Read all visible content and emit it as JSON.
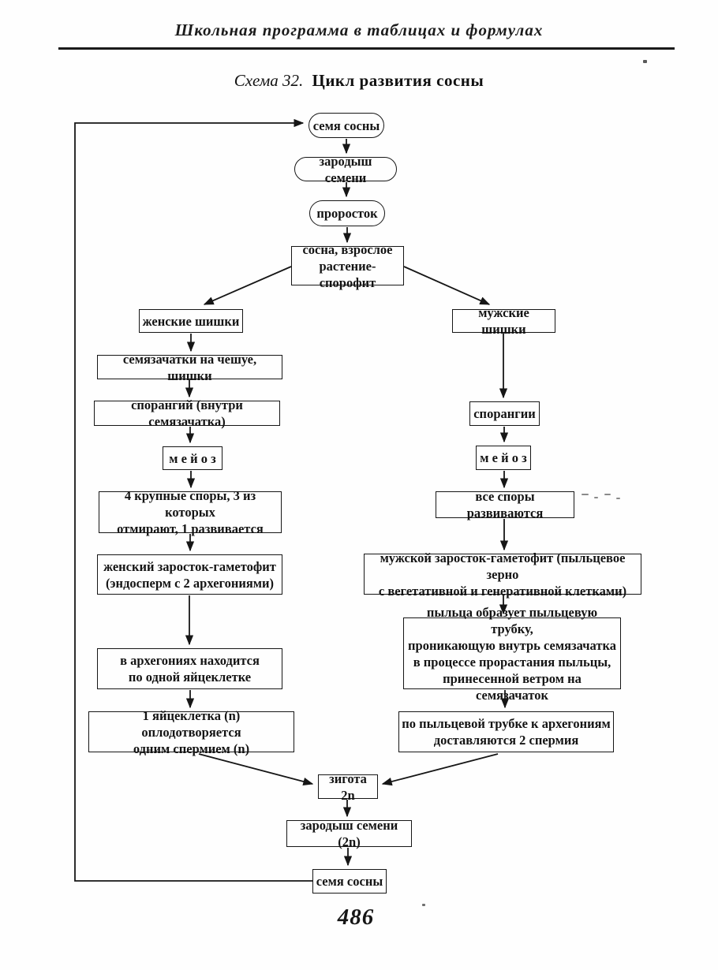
{
  "page": {
    "header": "Школьная программа в таблицах и формулах",
    "title_prefix": "Схема 32.",
    "title": "Цикл развития сосны",
    "page_number": "486"
  },
  "nodes": {
    "seed_top": {
      "text": "семя сосны"
    },
    "embryo_top": {
      "text": "зародыш семени"
    },
    "seedling": {
      "text": "проросток"
    },
    "adult_plant": {
      "text": "сосна, взрослое\nрастение-спорофит"
    },
    "female_cones": {
      "text": "женские шишки"
    },
    "ovules": {
      "text": "семязачатки на чешуе, шишки"
    },
    "sporangium_female": {
      "text": "спорангий (внутри семязачатка)"
    },
    "meiosis_female": {
      "text": "м е й о з"
    },
    "four_spores": {
      "text": "4 крупные споры, 3 из которых\nотмирают, 1 развивается"
    },
    "female_gametophyte": {
      "text": "женский заросток-гаметофит\n(эндосперм с 2 архегониями)"
    },
    "archegonia_egg": {
      "text": "в архегониях находится\nпо одной яйцеклетке"
    },
    "fertilization": {
      "text": "1 яйцеклетка (n) оплодотворяется\nодним спермием (n)"
    },
    "male_cones": {
      "text": "мужские шишки"
    },
    "sporangia_male": {
      "text": "спорангии"
    },
    "meiosis_male": {
      "text": "м е й о з"
    },
    "all_spores_develop": {
      "text": "все споры развиваются"
    },
    "male_gametophyte": {
      "text": "мужской заросток-гаметофит (пыльцевое зерно\nс вегетативной и генеративной клетками)"
    },
    "pollen_tube": {
      "text": "пыльца образует пыльцевую трубку,\nпроникающую внутрь семязачатка\nв процессе прорастания пыльцы,\nпринесенной ветром на семязачаток"
    },
    "two_sperm": {
      "text": "по пыльцевой трубке к архегониям\nдоставляются 2 спермия"
    },
    "zygote": {
      "text": "зигота 2n"
    },
    "embryo_bottom": {
      "text": "зародыш семени (2n)"
    },
    "seed_bottom": {
      "text": "семя сосны"
    }
  }
}
